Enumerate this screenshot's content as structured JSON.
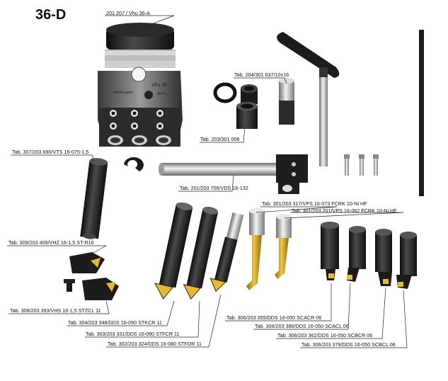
{
  "title": "36-D",
  "labels": {
    "main_head": "201 207 / Vhu 36-A",
    "hex_key": "Tab. 204/301 037/10x16",
    "bushings": "Tab. 203/301 006",
    "bar_holder": "Tab. 307/203 690/VTS 16-075-1,5",
    "boring_bar": "Tab. 201/203 706/VDS 16-132",
    "vps_073": "Tab. 301/203 317/VPS 16-073 FCRK 10-Ni HF",
    "vps_062": "Tab. 301/203 201/VPS 16-062 FCRK 10-Ni HF",
    "vhz": "Tab. 309/203 409/VHZ 16-1,5 ST-R16",
    "vhs": "Tab. 308/203 393/VHS 16-1,5 STZCL 11",
    "stkcr": "Tab. 304/203 348/DDS 16-090 STKCR 11",
    "stfcr": "Tab. 303/203 331/DDS 16-090 STFCR 11",
    "stfor": "Tab. 302/203 324/DDS 16-080 STFOR 11",
    "scacr": "Tab. 306/203 355/DDS 16-050 SCACR 06",
    "scacl": "Tab. 306/203 386/DDS 16-050 SCACL 06",
    "scbcr": "Tab. 306/203 362/DDS 16-050 SCBCR 06",
    "scbcl": "Tab. 306/203 379/DDS 16-050 SCBCL 06"
  },
  "head_engraving": {
    "model": "Vhu 36",
    "brand": "Wohlhaupter",
    "serial": "8673 L"
  }
}
